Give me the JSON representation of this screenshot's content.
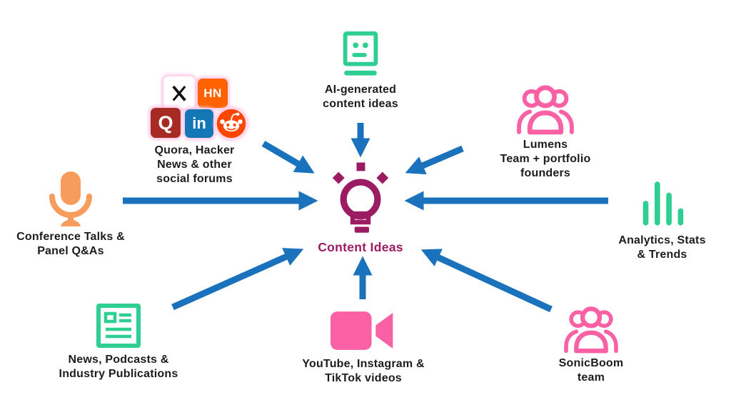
{
  "diagram": {
    "center": {
      "label": "Content Ideas"
    },
    "nodes": {
      "social_forums": {
        "label": "Quora, Hacker\nNews & other\nsocial forums"
      },
      "ai": {
        "label": "AI-generated\ncontent ideas"
      },
      "lumens": {
        "label": "Lumens\nTeam + portfolio\nfounders"
      },
      "conference": {
        "label": "Conference Talks &\nPanel Q&As"
      },
      "analytics": {
        "label": "Analytics, Stats\n& Trends"
      },
      "news": {
        "label": "News, Podcasts &\nIndustry Publications"
      },
      "videos": {
        "label": "YouTube, Instagram &\nTikTok videos"
      },
      "sonicboom": {
        "label": "SonicBoom\nteam"
      }
    },
    "social_icons": {
      "hacker_news": "HN",
      "quora": "Q",
      "linkedin": "in"
    },
    "colors": {
      "arrow_blue": "#1A72BD",
      "magenta": "#9C1C63",
      "green": "#2FCE92",
      "pink": "#FA61A4",
      "orange": "#F89C5E",
      "hn_orange": "#FF6200",
      "quora_red": "#A82B23",
      "linkedin_blue": "#1377B5",
      "reddit_orange": "#FF4500",
      "label_text": "#1D1D1F"
    }
  }
}
